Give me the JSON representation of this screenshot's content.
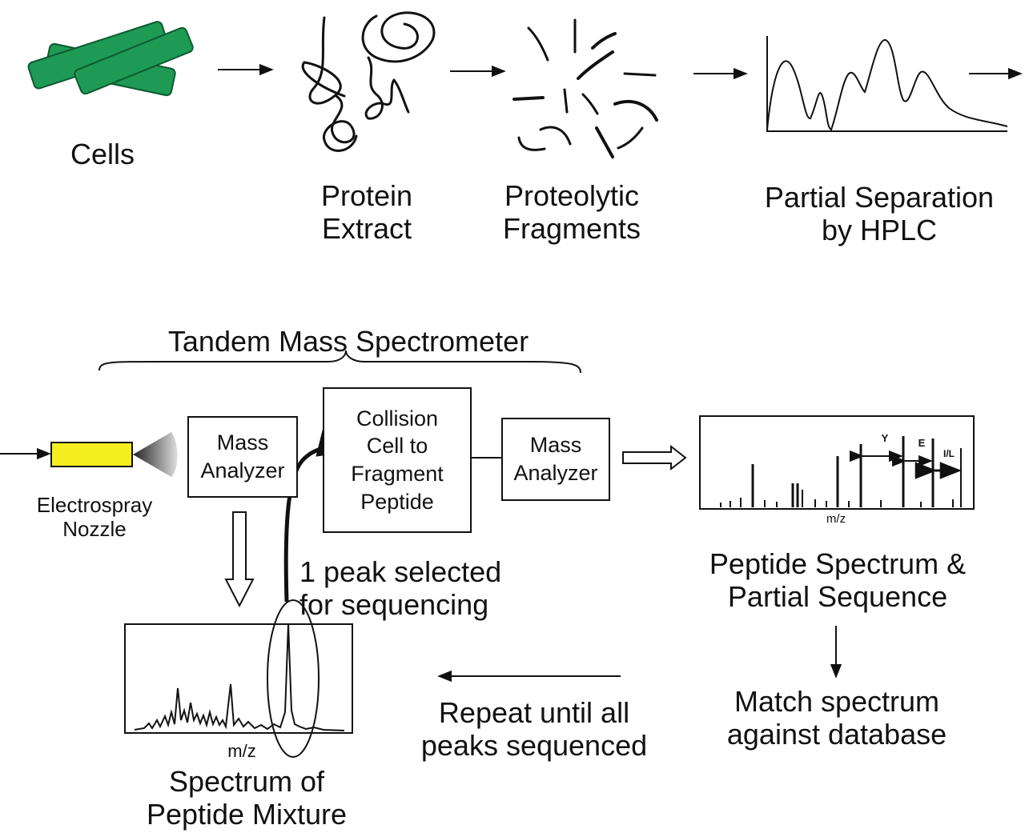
{
  "labels": {
    "cells": "Cells",
    "protein_extract": [
      "Protein",
      "Extract"
    ],
    "proteolytic_fragments": [
      "Proteolytic",
      "Fragments"
    ],
    "partial_separation": [
      "Partial Separation",
      "by HPLC"
    ],
    "tandem_ms": "Tandem Mass Spectrometer",
    "mass_analyzer_1": [
      "Mass",
      "Analyzer"
    ],
    "collision_cell": [
      "Collision",
      "Cell to",
      "Fragment",
      "Peptide"
    ],
    "mass_analyzer_2": [
      "Mass",
      "Analyzer"
    ],
    "electrospray_nozzle": [
      "Electrospray",
      "Nozzle"
    ],
    "peak_selected": [
      "1 peak selected",
      "for sequencing"
    ],
    "peptide_spectrum": [
      "Peptide Spectrum &",
      "Partial Sequence"
    ],
    "match_spectrum": [
      "Match spectrum",
      "against database"
    ],
    "repeat": [
      "Repeat until all",
      "peaks sequenced"
    ],
    "spectrum_mixture": [
      "Spectrum of",
      "Peptide Mixture"
    ],
    "mz_mixture": "m/z",
    "mz_peptide": "m/z",
    "ion_y": "Y",
    "ion_e": "E",
    "ion_il": "I/L"
  },
  "colors": {
    "cells": "#1e9a55",
    "nozzle": "#f5ee1f",
    "ink": "#111111"
  }
}
